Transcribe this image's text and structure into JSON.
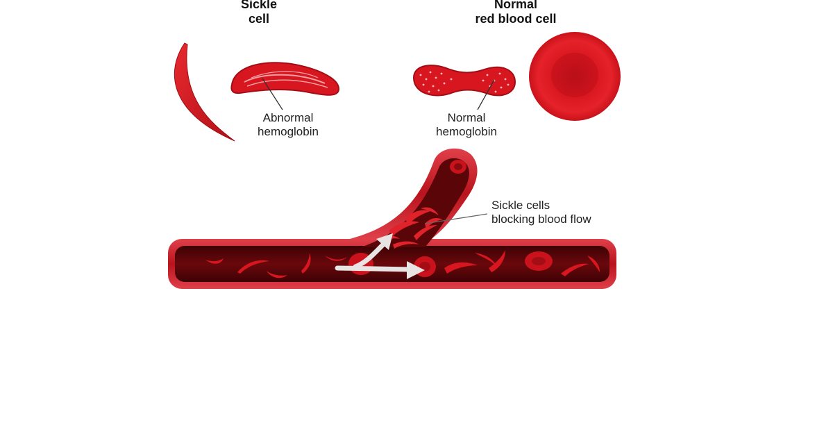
{
  "headings": {
    "sickle_line1": "Sickle",
    "sickle_line2": "cell",
    "normal_line1": "Normal",
    "normal_line2": "red blood cell"
  },
  "callouts": {
    "abnormal_line1": "Abnormal",
    "abnormal_line2": "hemoglobin",
    "normal_line1": "Normal",
    "normal_line2": "hemoglobin",
    "blocking_line1": "Sickle cells",
    "blocking_line2": "blocking blood flow"
  },
  "colors": {
    "cell_red": "#d0141c",
    "vessel_wall": "#c8202a",
    "vessel_lumen": "#5a0508",
    "arrow": "#e8e4e4"
  }
}
